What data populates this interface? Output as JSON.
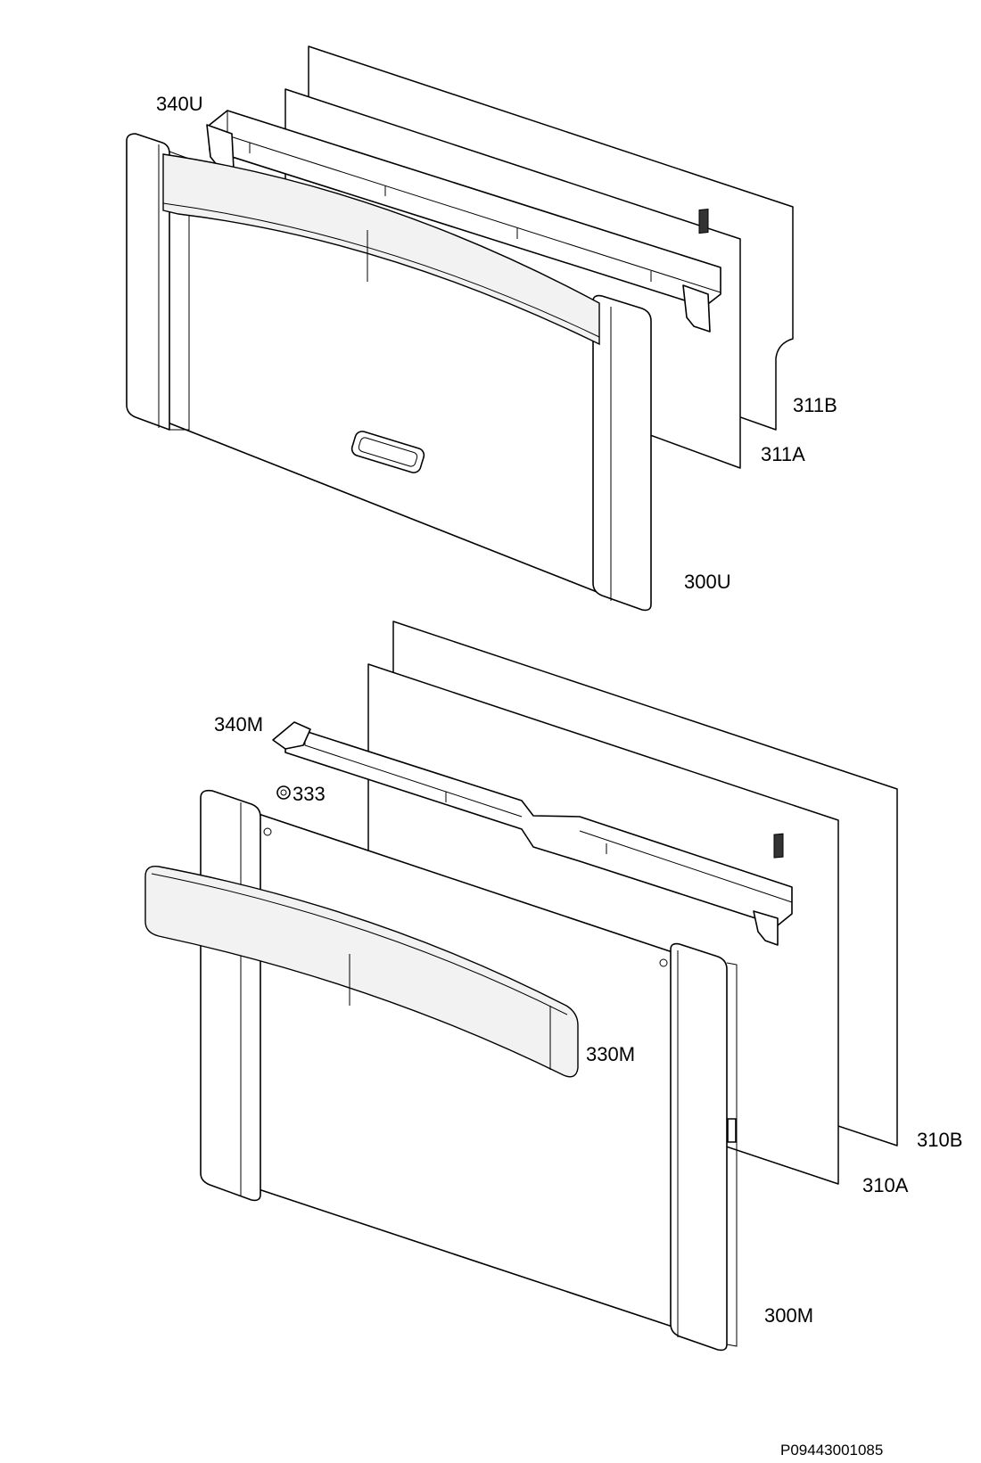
{
  "colors": {
    "line": "#000000",
    "background": "#ffffff"
  },
  "upper_door": {
    "labels": {
      "trim_strip": "340U",
      "outer_glass": "311B",
      "inner_glass": "311A",
      "door_panel": "300U"
    }
  },
  "lower_door": {
    "labels": {
      "trim_strip": "340M",
      "screw": "333",
      "handle": "330M",
      "outer_glass": "310B",
      "inner_glass": "310A",
      "door_panel": "300M"
    }
  },
  "drawing_reference": "P09443001085"
}
